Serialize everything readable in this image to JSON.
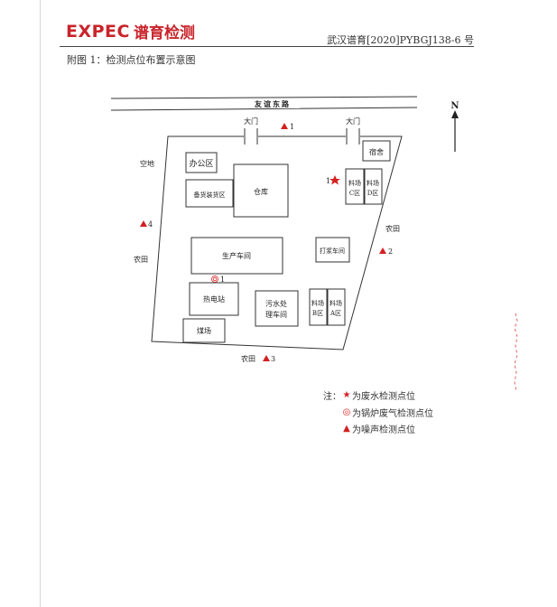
{
  "header": {
    "logo_en": "EXPEC",
    "logo_cn": "谱育检测",
    "report_no": "武汉谱育[2020]PYBGJ138-6 号"
  },
  "figure": {
    "title": "附图 1：检测点位布置示意图"
  },
  "map": {
    "road": "友谊东路",
    "gates": [
      "大门",
      "大门"
    ],
    "north": "N",
    "surroundings": {
      "vacant_land": "空地",
      "farmland_west": "农田",
      "farmland_east": "农田",
      "farmland_south": "农田"
    },
    "areas": {
      "office": "办公区",
      "dormitory": "宿舍",
      "spare_parts": "备货装货区",
      "warehouse": "仓库",
      "yard_c": [
        "料场",
        "C区"
      ],
      "yard_d": [
        "料场",
        "D区"
      ],
      "production": "生产车间",
      "pulping": "打浆车间",
      "power_station": "热电站",
      "sewage": [
        "污水处",
        "理车间"
      ],
      "yard_b": [
        "料场",
        "B区"
      ],
      "yard_a": [
        "料场",
        "A区"
      ],
      "coal_yard": "煤场"
    },
    "points": {
      "noise_1": "1",
      "noise_2": "2",
      "noise_3": "3",
      "noise_4": "4",
      "wastewater_1": "1",
      "boiler_1": "1"
    }
  },
  "legend": {
    "note": "注：",
    "wastewater": "为废水检测点位",
    "boiler": "为锅炉废气检测点位",
    "noise": "为噪声检测点位"
  },
  "colors": {
    "brand": "#c9242b",
    "marker": "#d42020"
  }
}
